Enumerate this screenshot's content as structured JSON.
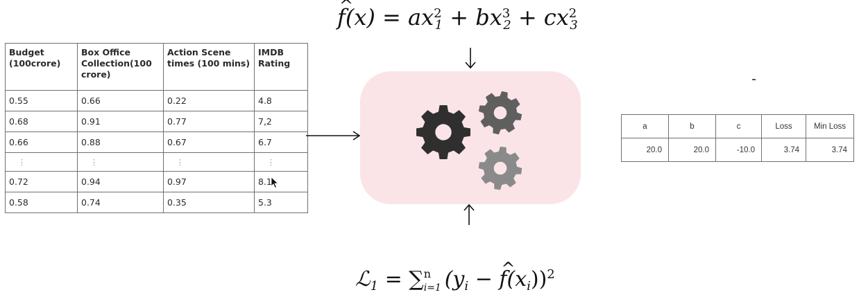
{
  "formula_top": {
    "lhs": "f(x)",
    "eq": "=",
    "a": "a",
    "x1": "x",
    "sub1": "1",
    "exp1": "2",
    "plus1": "+",
    "b": "b",
    "x2": "x",
    "sub2": "2",
    "exp2": "3",
    "plus2": "+",
    "c": "c",
    "x3": "x",
    "sub3": "3",
    "exp3": "2"
  },
  "formula_bottom": {
    "loss": "ℒ",
    "sub": "1",
    "eq": "=",
    "sum": "∑",
    "sum_low": "i=1",
    "sum_up": "n",
    "body": "(y",
    "yi_sub": "i",
    "minus": "−",
    "fhat": "f",
    "xi": "(x",
    "xi_sub": "i",
    "close": "))",
    "exp": "2"
  },
  "movie_table": {
    "headers": [
      "Budget (100crore)",
      "Box Office Collection(100 crore)",
      "Action Scene times (100 mins)",
      "IMDB Rating"
    ],
    "rows": [
      [
        "0.55",
        "0.66",
        "0.22",
        "4.8"
      ],
      [
        "0.68",
        "0.91",
        "0.77",
        "7,2"
      ],
      [
        "0.66",
        "0.88",
        "0.67",
        "6.7"
      ],
      [
        "⋮",
        "⋮",
        "⋮",
        "⋮"
      ],
      [
        "0.72",
        "0.94",
        "0.97",
        "8.1"
      ],
      [
        "0.58",
        "0.74",
        "0.35",
        "5.3"
      ]
    ]
  },
  "param_table": {
    "headers": [
      "a",
      "b",
      "c",
      "Loss",
      "Min Loss"
    ],
    "values": [
      "20.0",
      "20.0",
      "-10.0",
      "3.74",
      "3.74"
    ]
  },
  "icons": {
    "engine": "gears-icon",
    "cursor": "mouse-pointer-icon"
  },
  "colors": {
    "engine_bg": "#fbe4e7",
    "gear_dark": "#2f2f2f",
    "gear_mid": "#5f5f5f",
    "gear_light": "#8a8a8a"
  }
}
